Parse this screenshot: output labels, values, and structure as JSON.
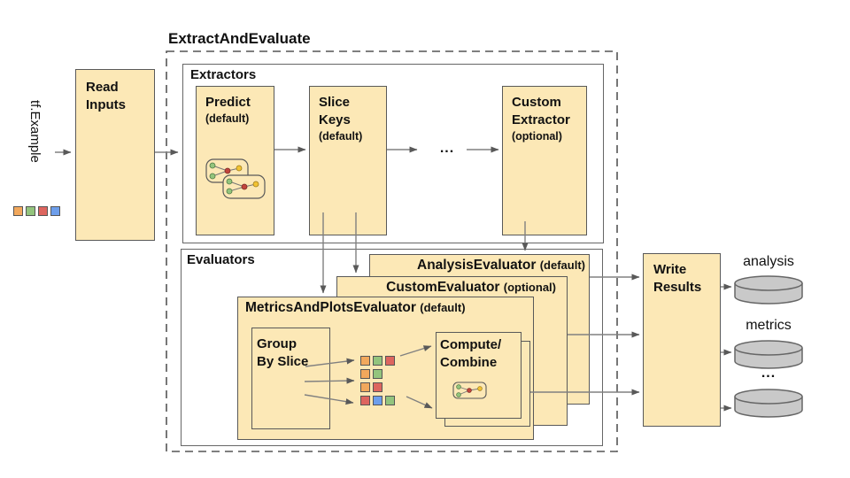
{
  "diagram": {
    "title": "ExtractAndEvaluate",
    "input": {
      "label": "tf.Example",
      "squares": [
        "orange",
        "green",
        "red",
        "blue"
      ]
    },
    "read_inputs": {
      "label": "Read\nInputs"
    },
    "extractors": {
      "label": "Extractors",
      "boxes": [
        {
          "name": "Predict",
          "qualifier": "(default)"
        },
        {
          "name": "Slice\nKeys",
          "qualifier": "(default)"
        },
        {
          "name": "Custom\nExtractor",
          "qualifier": "(optional)"
        }
      ],
      "dots": "..."
    },
    "evaluators": {
      "label": "Evaluators",
      "stack": [
        {
          "name": "AnalysisEvaluator",
          "qualifier": "(default)"
        },
        {
          "name": "CustomEvaluator",
          "qualifier": "(optional)"
        },
        {
          "name": "MetricsAndPlotsEvaluator",
          "qualifier": "(default)"
        }
      ],
      "group_by_slice": "Group\nBy Slice",
      "compute_combine": "Compute/\nCombine",
      "slice_rows": [
        [
          "orange",
          "green",
          "red"
        ],
        [
          "orange",
          "green"
        ],
        [
          "orange",
          "red"
        ],
        [
          "red",
          "blue",
          "green"
        ]
      ]
    },
    "write_results": {
      "label": "Write\nResults"
    },
    "outputs": [
      {
        "label": "analysis"
      },
      {
        "label": "metrics"
      },
      {
        "label": "..."
      }
    ],
    "colors": {
      "box_fill": "#FCE8B6",
      "box_border": "#595959",
      "container_border": "#666666",
      "arrow": "#808080",
      "cylinder_fill": "#C9C9C9",
      "cylinder_border": "#666666",
      "orange": "#F2A85C",
      "green": "#93C47D",
      "red": "#DD655F",
      "blue": "#6D9EEB"
    }
  }
}
